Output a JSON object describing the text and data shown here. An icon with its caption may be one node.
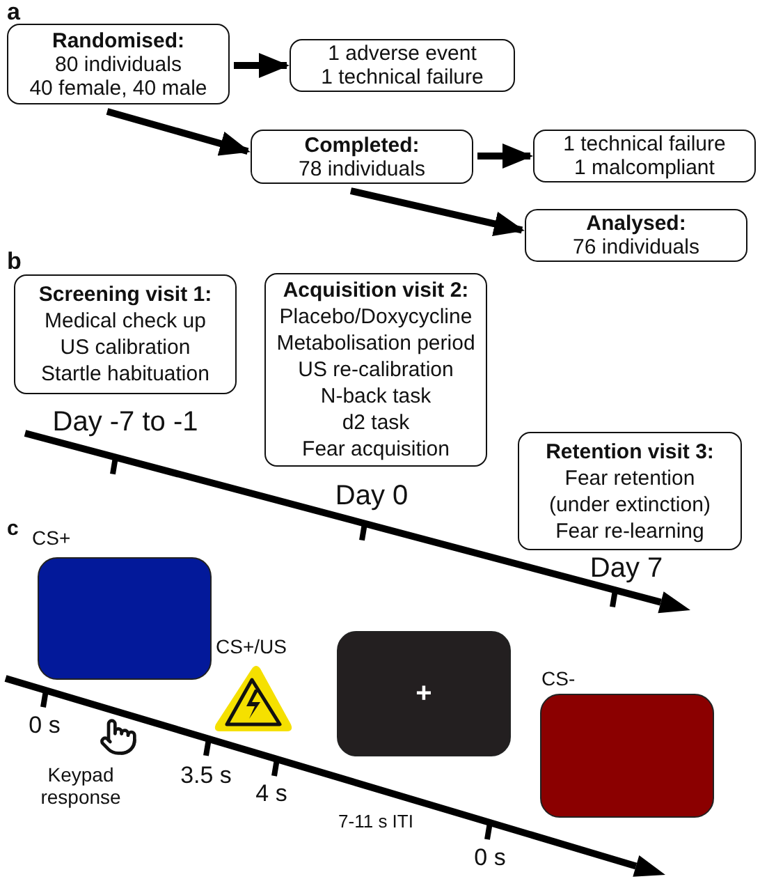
{
  "diagram": {
    "nodes": [
      {
        "text": [
          "Randomised:",
          "80 individuals",
          "40 female, 40 male"
        ]
      },
      {
        "text": [
          "1 adverse event",
          "1 technical failure"
        ]
      },
      {
        "text": [
          "Completed:",
          "78 individuals"
        ]
      },
      {
        "text": [
          "1 technical failure",
          "1 malcompliant"
        ]
      },
      {
        "text": [
          "Analysed:",
          "76 individuals"
        ]
      },
      {
        "text": [
          "Screening visit 1:",
          "Medical check up",
          "US calibration",
          "Startle habituation"
        ]
      },
      {
        "text": [
          "Acquisition visit 2:",
          "Placebo/Doxycycline",
          "Metabolisation period",
          "US re-calibration",
          "N-back task",
          "d2 task",
          "Fear acquisition"
        ]
      },
      {
        "text": [
          "Retention visit 3:",
          "Fear retention",
          "(under extinction)",
          "Fear re-learning"
        ]
      },
      {
        "text": [],
        "shape": "box",
        "beside": [
          "CS+"
        ]
      },
      {
        "text": [
          "+"
        ]
      },
      {
        "text": [],
        "shape": "box",
        "beside": [
          "CS-"
        ]
      }
    ],
    "edges": [
      {
        "from": 0,
        "to": 1,
        "arrow": "to"
      },
      {
        "from": 0,
        "to": 2,
        "arrow": "to"
      },
      {
        "from": 2,
        "to": 3,
        "arrow": "to"
      },
      {
        "from": 2,
        "to": 4,
        "arrow": "to"
      }
    ],
    "labels": [
      "a",
      "b",
      "Day -7 to -1",
      "Day 0",
      "Day 7",
      "c",
      "CS+/US",
      "0 s",
      "Keypad response",
      "3.5 s",
      "4 s",
      "7-11 s ITI",
      "0 s"
    ]
  }
}
